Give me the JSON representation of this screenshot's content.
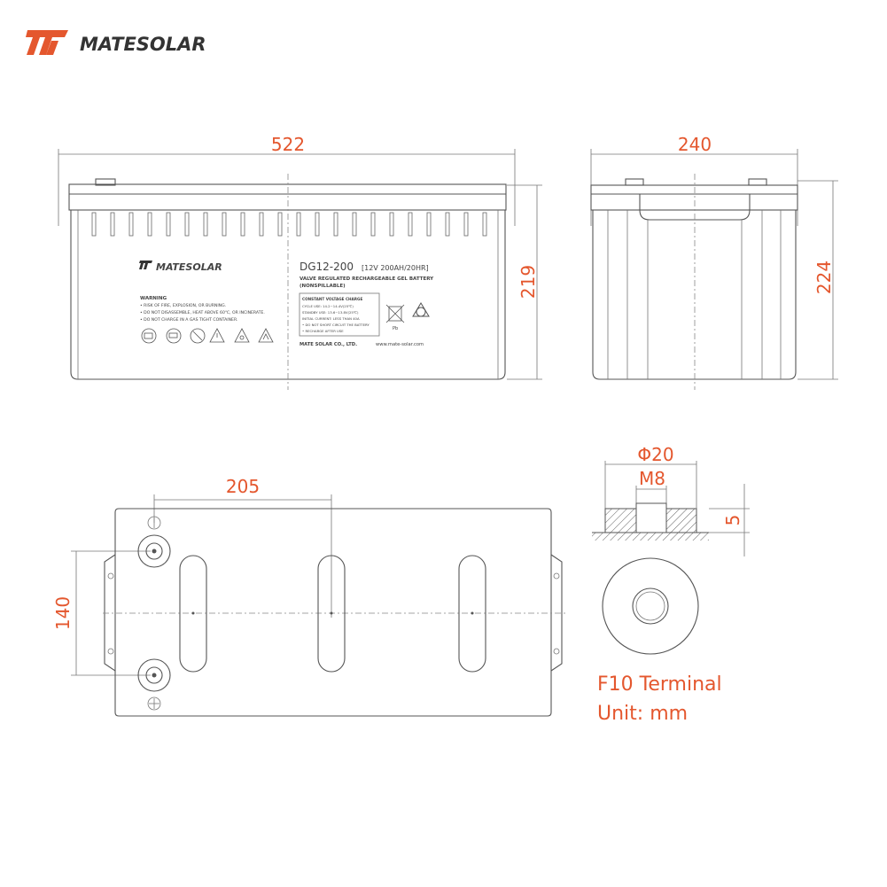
{
  "brand": {
    "name": "MATESOLAR",
    "color": "#e4572e"
  },
  "dimensions": {
    "front_length": "522",
    "front_height": "219",
    "side_width": "240",
    "side_height": "224",
    "terminal_spacing": "205",
    "top_width": "140",
    "terminal_outer_diameter": "Φ20",
    "terminal_bolt": "M8",
    "terminal_depth": "5"
  },
  "label": {
    "brand": "MATESOLAR",
    "model": "DG12-200",
    "rating": "[12V 200AH/20HR]",
    "line1": "VALVE REGULATED RECHARGEABLE GEL BATTERY",
    "line2": "(NONSPILLABLE)",
    "warning_title": "WARNING",
    "warnings": [
      "• RISK OF FIRE, EXPLOSION, OR BURNING.",
      "• DO NOT DISASSEMBLE, HEAT ABOVE 60℃, OR INCINERATE.",
      "• DO NOT CHARGE IN A GAS TIGHT CONTAINER."
    ],
    "charge_title": "CONSTANT VOLTAGE CHARGE",
    "charge_lines": [
      "CYCLE USE: 14.2~14.4V(25℃)",
      "STANDBY USE: 13.6~13.8V(25℃)",
      "INITIAL CURRENT: LESS THAN 40A",
      "• DO NOT SHORT CIRCUIT THE BATTERY",
      "• RECHARGE AFTER USE"
    ],
    "pb_mark": "Pb",
    "company": "MATE SOLAR CO., LTD.",
    "website": "www.mate-solar.com"
  },
  "notes": {
    "terminal": "F10 Terminal",
    "unit": "Unit: mm"
  }
}
